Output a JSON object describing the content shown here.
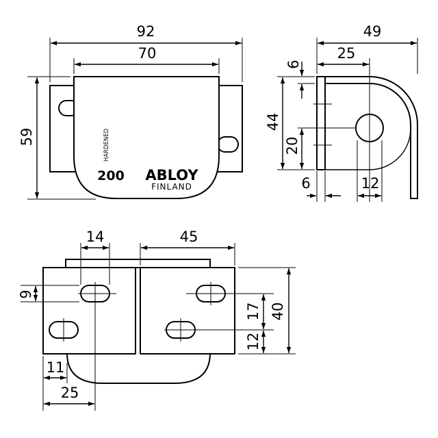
{
  "dimensions": {
    "front_overall_width": "92",
    "front_body_width": "70",
    "front_height": "59",
    "side_overall_width": "49",
    "side_radius_offset": "25",
    "side_top_offset": "6",
    "side_height": "44",
    "side_hole_height": "20",
    "side_thickness": "6",
    "side_hole_width": "12",
    "bottom_slot_width": "14",
    "bottom_slot_spacing": "45",
    "bottom_slot_offset": "9",
    "bottom_slot_vertical": "17",
    "bottom_lower_offset": "12",
    "bottom_height": "40",
    "bottom_edge_offset": "11",
    "bottom_slot_center": "25"
  },
  "markings": {
    "hardened": "HARDENED",
    "number": "200",
    "brand": "ABLOY",
    "country": "FINLAND"
  }
}
